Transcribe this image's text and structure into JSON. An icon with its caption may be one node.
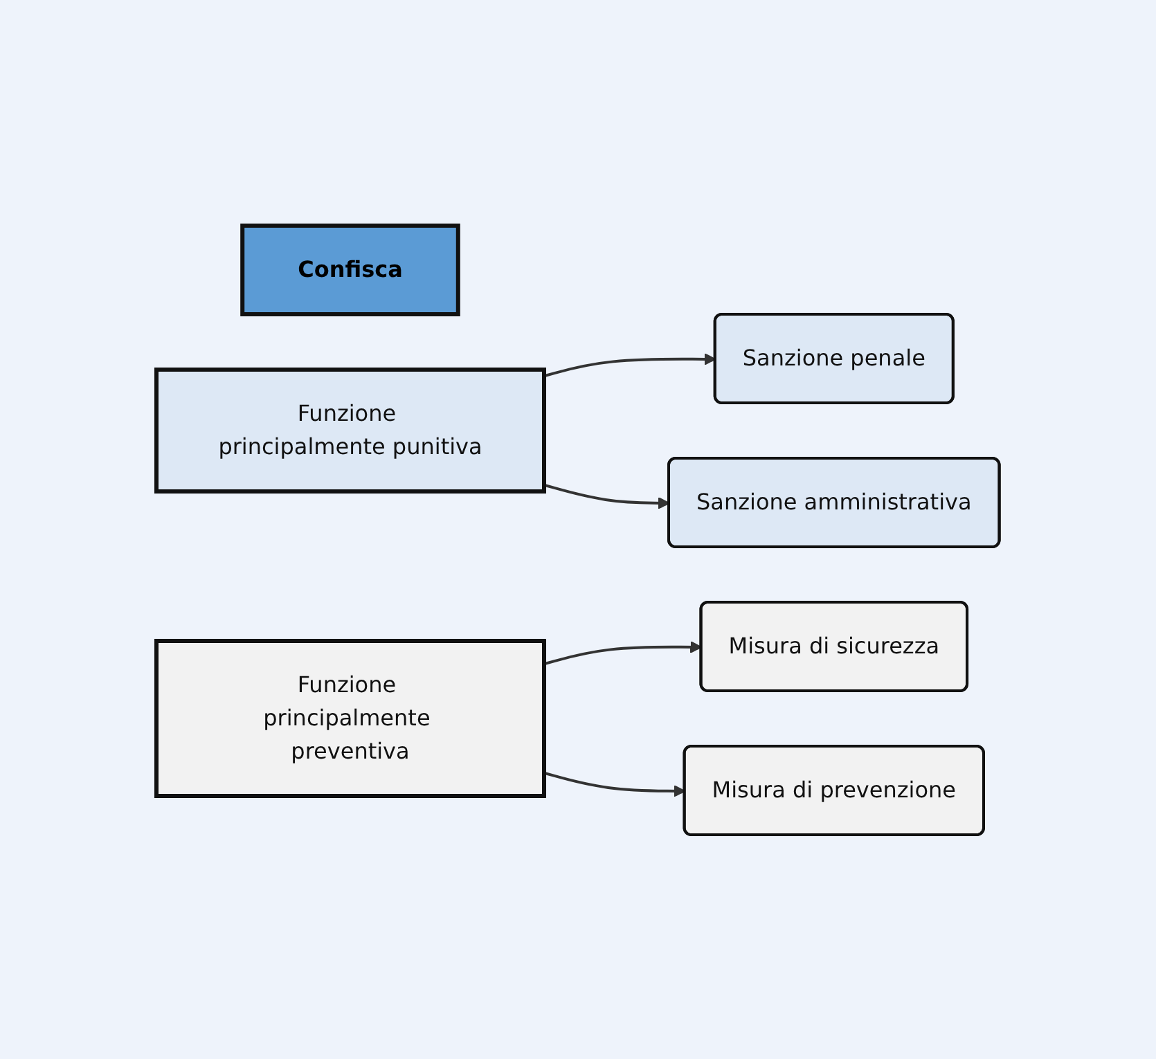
{
  "diagram": {
    "nodes": [
      {
        "text": [
          "Confisca"
        ]
      },
      {
        "text": [
          "Funzione principalmente punitiva"
        ]
      },
      {
        "text": [
          "Sanzione penale"
        ]
      },
      {
        "text": [
          "Sanzione amministrativa"
        ]
      },
      {
        "text": [
          "Funzione principalmente preventiva"
        ]
      },
      {
        "text": [
          "Misura di sicurezza"
        ]
      },
      {
        "text": [
          "Misura di prevenzione"
        ]
      }
    ],
    "edges": [
      {
        "from": 1,
        "to": 2,
        "arrow": "to"
      },
      {
        "from": 1,
        "to": 3,
        "arrow": "to"
      },
      {
        "from": 4,
        "to": 5,
        "arrow": "to"
      },
      {
        "from": 4,
        "to": 6,
        "arrow": "to"
      }
    ]
  }
}
